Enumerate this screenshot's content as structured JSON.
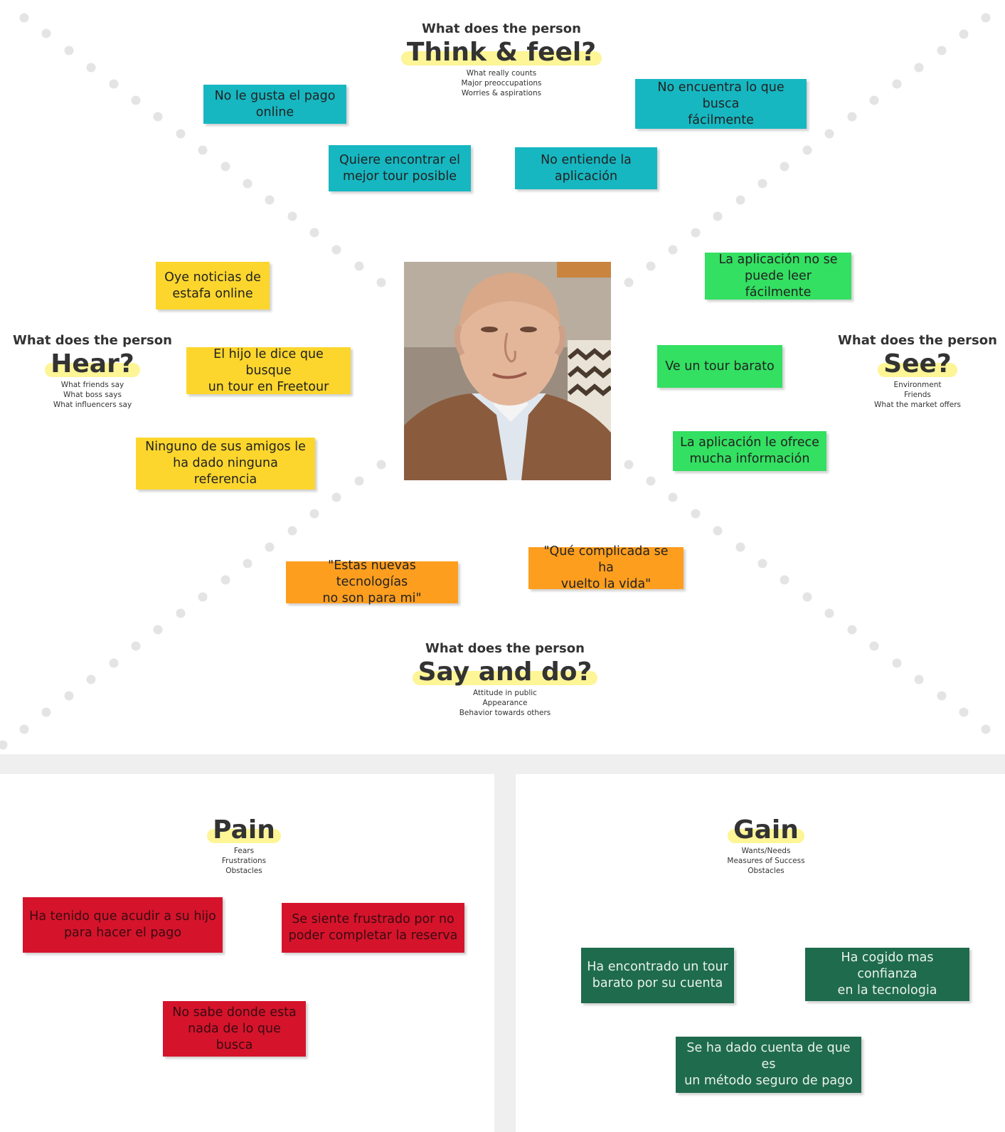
{
  "empathy_map": {
    "think": {
      "pre": "What does the person",
      "title": "Think & feel?",
      "subs": [
        "What really counts",
        "Major preoccupations",
        "Worries & aspirations"
      ]
    },
    "hear": {
      "pre": "What does the person",
      "title": "Hear?",
      "subs": [
        "What friends say",
        "What boss says",
        "What influencers say"
      ]
    },
    "see": {
      "pre": "What does the person",
      "title": "See?",
      "subs": [
        "Environment",
        "Friends",
        "What the market offers"
      ]
    },
    "say": {
      "pre": "What does the person",
      "title": "Say and do?",
      "subs": [
        "Attitude in public",
        "Appearance",
        "Behavior towards others"
      ]
    }
  },
  "notes": {
    "think": [
      "No le gusta el pago\nonline",
      "No encuentra lo que busca\nfácilmente",
      "Quiere encontrar el\nmejor tour posible",
      "No entiende la\naplicación"
    ],
    "hear": [
      "Oye noticias de\nestafa online",
      "El hijo le dice que busque\nun tour en Freetour",
      "Ninguno de sus amigos le\nha dado ninguna referencia"
    ],
    "see": [
      "La aplicación no se\npuede leer fácilmente",
      "Ve un tour barato",
      "La aplicación le ofrece\nmucha información"
    ],
    "say": [
      "\"Estas nuevas tecnologías\nno son para mi\"",
      "\"Qué complicada se ha\nvuelto la vida\""
    ]
  },
  "pain": {
    "title": "Pain",
    "subs": [
      "Fears",
      "Frustrations",
      "Obstacles"
    ],
    "notes": [
      "Ha tenido que acudir a su hijo\npara hacer el pago",
      "Se siente frustrado por no\npoder completar la reserva",
      "No sabe donde esta\nnada de lo que busca"
    ]
  },
  "gain": {
    "title": "Gain",
    "subs": [
      "Wants/Needs",
      "Measures of Success",
      "Obstacles"
    ],
    "notes": [
      "Ha encontrado un tour\nbarato por su cuenta",
      "Ha cogido mas confianza\nen la tecnologia",
      "Se ha dado cuenta de que es\nun método seguro de pago"
    ]
  },
  "colors": {
    "think": "#16b7c1",
    "hear": "#fcd62d",
    "see": "#33e061",
    "say": "#fe9e1f",
    "pain": "#d5142c",
    "gain": "#1f6b4d",
    "highlight": "#fdf596",
    "dots": "#e4e4e4"
  }
}
